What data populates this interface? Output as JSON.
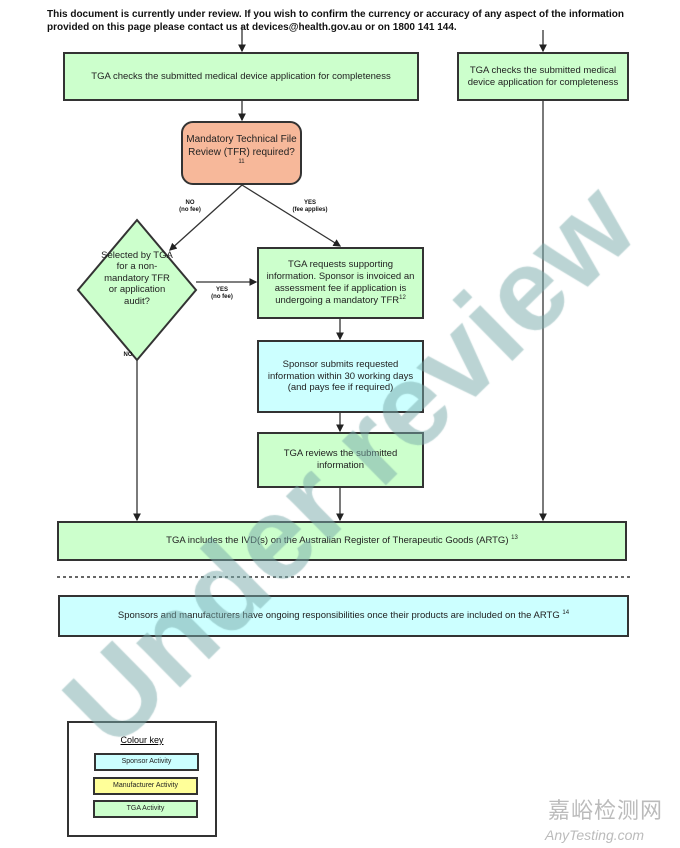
{
  "header": "This document is currently under review. If you wish to confirm the currency or accuracy of any aspect of the information provided on this page please contact us at devices@health.gov.au or on 1800 141 144.",
  "nodes": {
    "check_left": "TGA checks the submitted medical device application for completeness",
    "check_right": "TGA checks the submitted medical device application for completeness",
    "tfr_question": "Mandatory Technical File Review (TFR) required?",
    "tfr_ref": "11",
    "selected_question": "Selected by TGA for a non-mandatory TFR or application audit?",
    "requests": "TGA requests supporting information. Sponsor is invoiced an assessment fee if application is undergoing a mandatory TFR",
    "requests_ref": "12",
    "submits": "Sponsor submits requested information within 30 working days (and pays fee if required)",
    "reviews": "TGA reviews the submitted information",
    "artg": "TGA includes the IVD(s) on the Australian Register of Therapeutic Goods (ARTG)",
    "artg_ref": "13",
    "ongoing": "Sponsors and manufacturers have ongoing responsibilities once their products are included on the ARTG",
    "ongoing_ref": "14"
  },
  "edge_labels": {
    "no_fee_no": "NO",
    "no_fee_no_sub": "(no fee)",
    "yes_fee": "YES",
    "yes_fee_sub": "(fee applies)",
    "yes_nofee": "YES",
    "yes_nofee_sub": "(no fee)",
    "no": "NO"
  },
  "key": {
    "title": "Colour key",
    "items": [
      {
        "label": "Sponsor Activity",
        "color": "#ccffff"
      },
      {
        "label": "Manufacturer Activity",
        "color": "#ffff99"
      },
      {
        "label": "TGA Activity",
        "color": "#ccffcc"
      }
    ]
  },
  "watermark": "Under review",
  "logo": {
    "cn": "嘉峪检测网",
    "en": "AnyTesting.com"
  }
}
